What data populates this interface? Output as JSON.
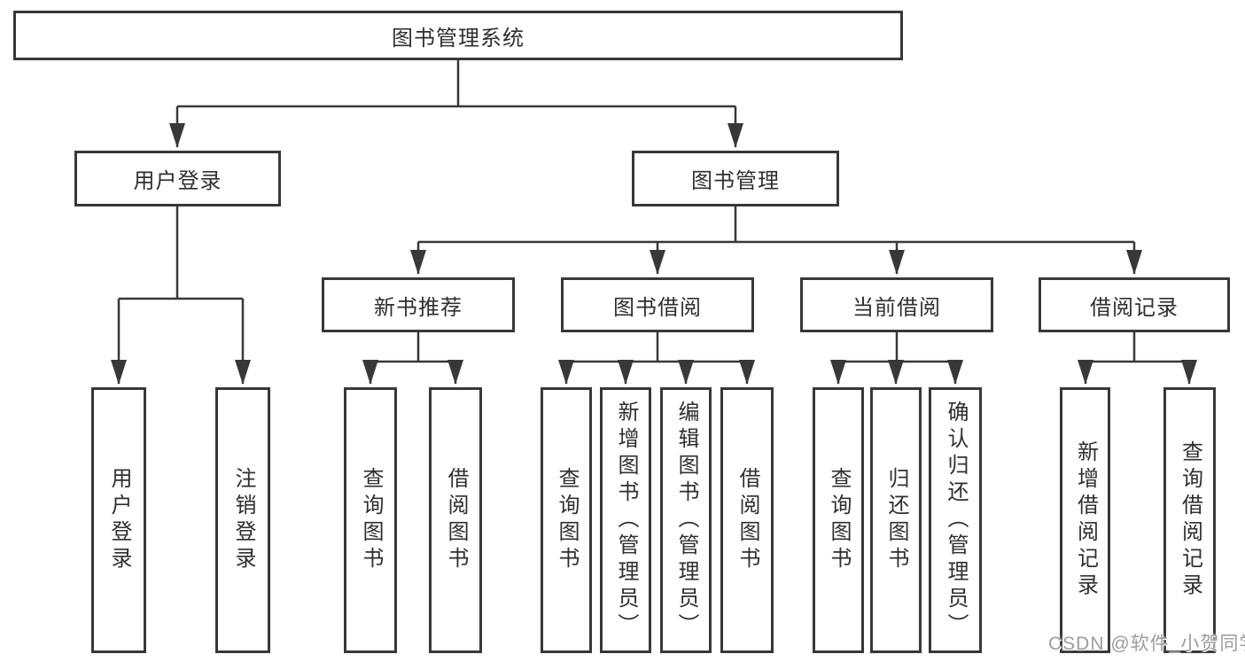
{
  "colors": {
    "line": "#383838",
    "box_border": "#383838",
    "text": "#2f2f2f",
    "watermark": "#9c9c9c",
    "background": "#ffffff"
  },
  "watermark": {
    "text": "CSDN @软件_小贺同学"
  },
  "tree": {
    "root": {
      "label": "图书管理系统",
      "children": [
        {
          "label": "用户登录",
          "children": [
            {
              "label": "用户登录"
            },
            {
              "label": "注销登录"
            }
          ]
        },
        {
          "label": "图书管理",
          "children": [
            {
              "label": "新书推荐",
              "children": [
                {
                  "label": "查询图书"
                },
                {
                  "label": "借阅图书"
                }
              ]
            },
            {
              "label": "图书借阅",
              "children": [
                {
                  "label": "查询图书"
                },
                {
                  "label": "新增图书（管理员）"
                },
                {
                  "label": "编辑图书（管理员）"
                },
                {
                  "label": "借阅图书"
                }
              ]
            },
            {
              "label": "当前借阅",
              "children": [
                {
                  "label": "查询图书"
                },
                {
                  "label": "归还图书"
                },
                {
                  "label": "确认归还（管理员）"
                }
              ]
            },
            {
              "label": "借阅记录",
              "children": [
                {
                  "label": "新增借阅记录"
                },
                {
                  "label": "查询借阅记录"
                }
              ]
            }
          ]
        }
      ]
    }
  }
}
